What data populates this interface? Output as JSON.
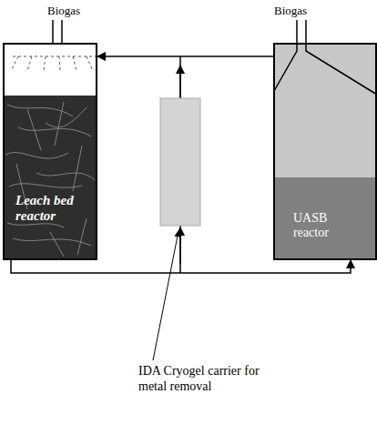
{
  "diagram": {
    "nodes": [
      {
        "text": [
          "Leach bed reactor"
        ]
      },
      {
        "text": [
          "UASB reactor"
        ]
      }
    ],
    "edges": [
      {
        "from": 0,
        "to": 1,
        "arrow": "to"
      },
      {
        "from": 1,
        "to": 0,
        "arrow": "to"
      }
    ],
    "labels": [
      "Biogas",
      "Biogas",
      "IDA Cryogel carrier for metal removal"
    ]
  }
}
